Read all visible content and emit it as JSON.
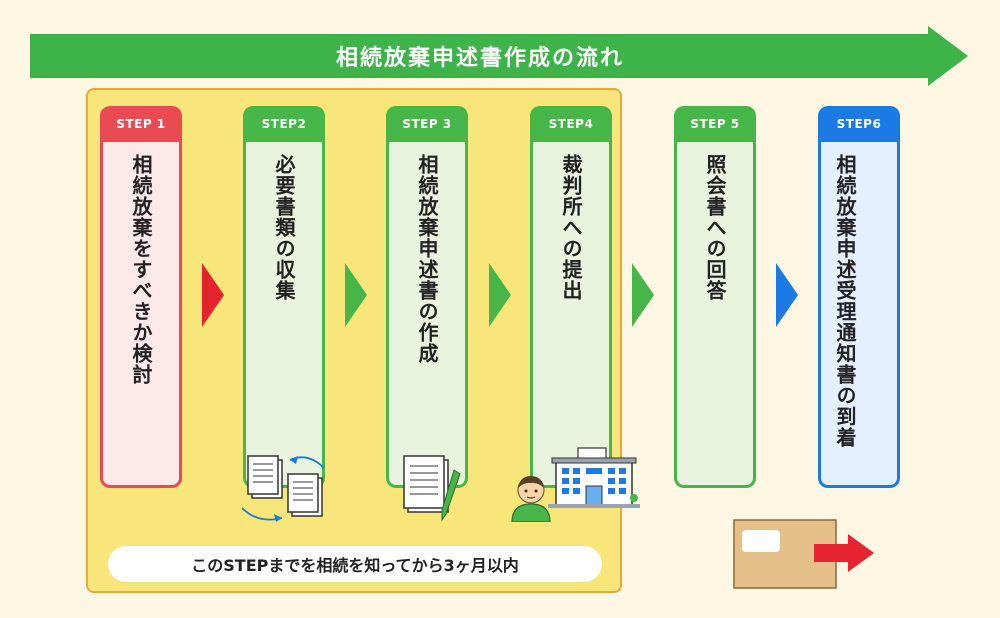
{
  "title": "相続放棄申述書作成の流れ",
  "colors": {
    "banner": "#3db34a",
    "red": "#ea4a52",
    "green": "#46b649",
    "blue": "#1c7ae6",
    "highlight": "#f9e67a"
  },
  "steps": [
    {
      "label": "STEP 1",
      "text": "相続放棄をすべきか検討",
      "color": "red"
    },
    {
      "label": "STEP2",
      "text": "必要書類の収集",
      "color": "green"
    },
    {
      "label": "STEP 3",
      "text": "相続放棄申述書の作成",
      "color": "green"
    },
    {
      "label": "STEP4",
      "text": "裁判所への提出",
      "color": "green"
    },
    {
      "label": "STEP 5",
      "text": "照会書への回答",
      "color": "green"
    },
    {
      "label": "STEP6",
      "text": "相続放棄申述受理通知書の到着",
      "color": "blue"
    }
  ],
  "deadline_note": "このSTEPまでを相続を知ってから3ヶ月以内",
  "icons": [
    "documents-exchange-icon",
    "document-pen-icon",
    "person-icon",
    "courthouse-icon",
    "envelope-icon",
    "red-arrow-icon"
  ]
}
